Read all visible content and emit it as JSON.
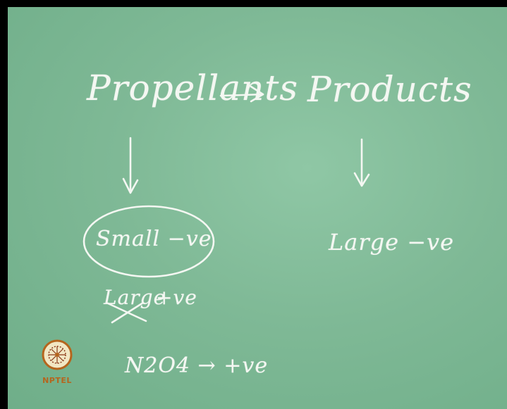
{
  "board": {
    "propellants_label": "Propellants",
    "products_label": "Products",
    "propellants_value": "Small −ve",
    "propellants_crossed": "Large",
    "propellants_alt_sign": "+ve",
    "products_value": "Large −ve",
    "example": "N2O4 → +ve"
  },
  "logo": {
    "text": "NPTEL",
    "accent": "#b5651d"
  },
  "colors": {
    "board": "#7fb996",
    "chalk": "#f4f7f2"
  }
}
